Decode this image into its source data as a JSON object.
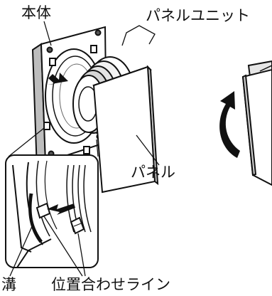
{
  "labels": {
    "body": "本体",
    "panel_unit": "パネルユニット",
    "panel": "パネル",
    "groove": "溝",
    "alignment_line": "位置合わせライン"
  },
  "colors": {
    "line": "#111111",
    "fill_light": "#e6e6e6",
    "fill_mid": "#cfcfcf",
    "background": "#ffffff"
  },
  "icons": {
    "rotate_arrow": "curved-arrow-icon",
    "insert_arrow": "arrow-icon"
  }
}
